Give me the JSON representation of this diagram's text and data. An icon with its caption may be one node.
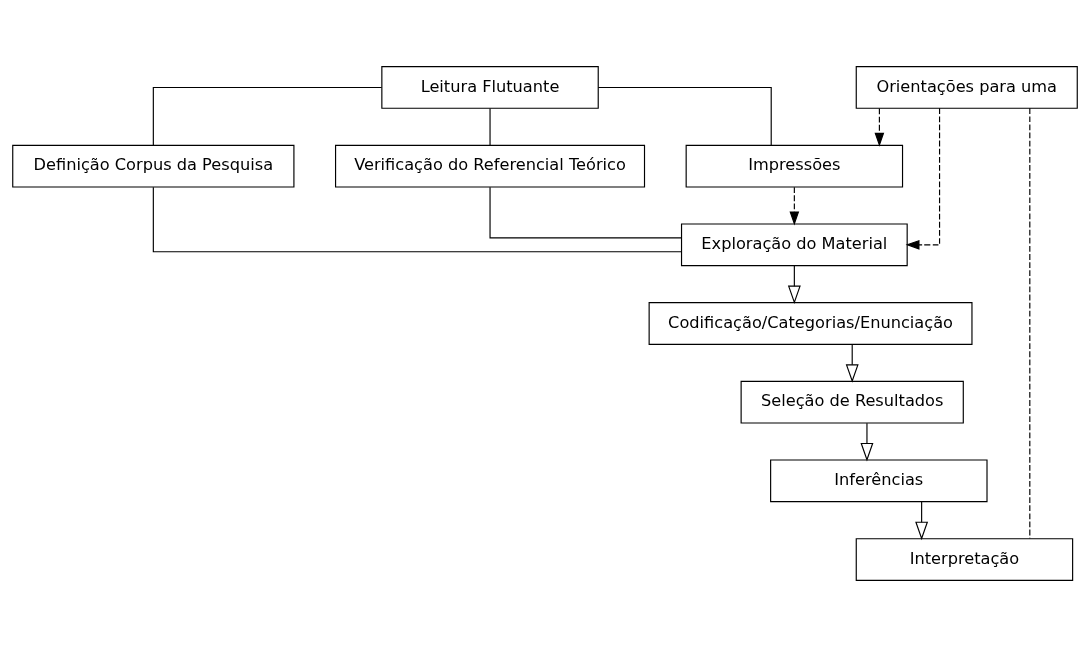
{
  "diagram": {
    "nodes": [
      {
        "text": [
          "Leitura Flutuante"
        ]
      },
      {
        "text": [
          "Definição Corpus da Pesquisa"
        ]
      },
      {
        "text": [
          "Verificação do Referencial Teórico"
        ]
      },
      {
        "text": [
          "Impressões"
        ]
      },
      {
        "text": [
          "Exploração do Material"
        ]
      },
      {
        "text": [
          "Codificação/Categorias/Enunciação"
        ]
      },
      {
        "text": [
          "Seleção de Resultados"
        ]
      },
      {
        "text": [
          "Inferências"
        ]
      },
      {
        "text": [
          "Orientações para uma"
        ]
      },
      {
        "text": [
          "Interpretação"
        ]
      }
    ],
    "edges": [
      {
        "from": 0,
        "to": 1,
        "arrow": "none"
      },
      {
        "from": 0,
        "to": 2,
        "arrow": "none"
      },
      {
        "from": 0,
        "to": 3,
        "arrow": "none"
      },
      {
        "from": 1,
        "to": 4,
        "arrow": "none"
      },
      {
        "from": 2,
        "to": 4,
        "arrow": "none"
      },
      {
        "from": 3,
        "to": 4,
        "arrow": "to",
        "style": "dashed"
      },
      {
        "from": 8,
        "to": 4,
        "arrow": "to",
        "style": "dashed"
      },
      {
        "from": 8,
        "to": 3,
        "arrow": "to",
        "style": "dashed"
      },
      {
        "from": 4,
        "to": 5,
        "arrow": "to"
      },
      {
        "from": 5,
        "to": 6,
        "arrow": "to"
      },
      {
        "from": 6,
        "to": 7,
        "arrow": "to"
      },
      {
        "from": 7,
        "to": 9,
        "arrow": "to"
      },
      {
        "from": 8,
        "to": 9,
        "arrow": "none",
        "style": "dashed"
      }
    ]
  }
}
